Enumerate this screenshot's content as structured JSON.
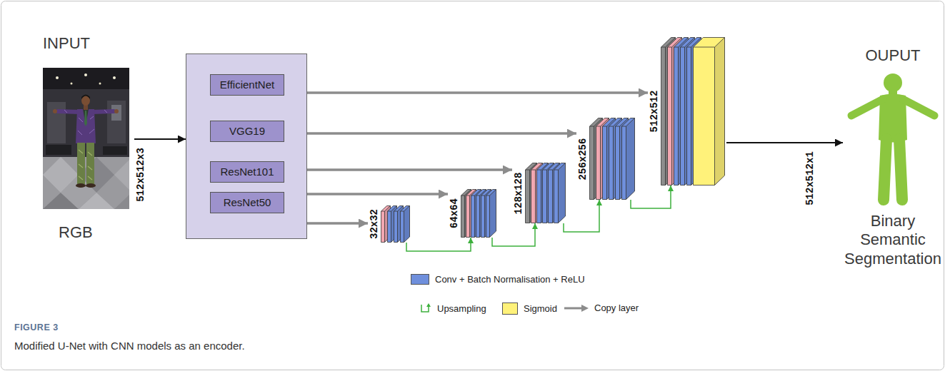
{
  "diagram": {
    "caption": "Modified U-Net with CNN models as an encoder.",
    "nodes": [
      {
        "text": [
          "INPUT",
          "RGB"
        ]
      },
      {
        "text": []
      },
      {
        "text": [
          "EfficientNet"
        ],
        "in": 1
      },
      {
        "text": [
          "VGG19"
        ],
        "in": 1
      },
      {
        "text": [
          "ResNet101"
        ],
        "in": 1
      },
      {
        "text": [
          "ResNet50"
        ],
        "in": 1
      },
      {
        "text": [
          "32x32"
        ]
      },
      {
        "text": [
          "64x64"
        ]
      },
      {
        "text": [
          "128x128"
        ]
      },
      {
        "text": [
          "256x256"
        ]
      },
      {
        "text": [
          "512x512"
        ]
      },
      {
        "text": [
          "OUPUT",
          "Binary Semantic Segmentation"
        ]
      }
    ],
    "edges": [
      {
        "from": 0,
        "to": 1,
        "arrow": "to"
      },
      {
        "from": 1,
        "to": 10,
        "arrow": "to"
      },
      {
        "from": 1,
        "to": 9,
        "arrow": "to"
      },
      {
        "from": 1,
        "to": 8,
        "arrow": "to"
      },
      {
        "from": 1,
        "to": 7,
        "arrow": "to"
      },
      {
        "from": 1,
        "to": 6,
        "arrow": "to"
      },
      {
        "from": 6,
        "to": 7,
        "arrow": "to"
      },
      {
        "from": 7,
        "to": 8,
        "arrow": "to"
      },
      {
        "from": 8,
        "to": 9,
        "arrow": "to"
      },
      {
        "from": 9,
        "to": 10,
        "arrow": "to"
      },
      {
        "from": 10,
        "to": 11,
        "arrow": "to"
      }
    ],
    "labels": [
      "512x512x3",
      "512x512x1",
      "FIGURE 3"
    ],
    "legend": [
      {
        "text": "Conv + Batch Normalisation + ReLU",
        "color": "#6f8fdc"
      },
      {
        "text": "Upsampling"
      },
      {
        "text": "Sigmoid",
        "color": "#fff27a"
      },
      {
        "text": "Copy layer"
      }
    ]
  }
}
